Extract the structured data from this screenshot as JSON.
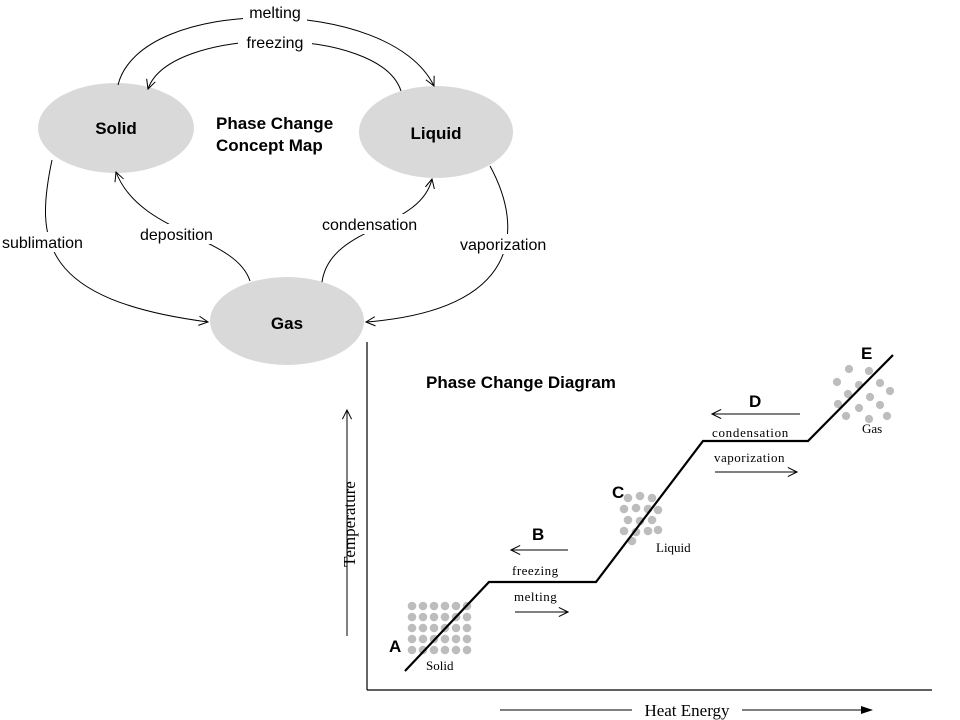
{
  "concept_map": {
    "title_line1": "Phase Change",
    "title_line2": "Concept Map",
    "states": {
      "solid": "Solid",
      "liquid": "Liquid",
      "gas": "Gas"
    },
    "transitions": {
      "melting": "melting",
      "freezing": "freezing",
      "sublimation": "sublimation",
      "deposition": "deposition",
      "condensation": "condensation",
      "vaporization": "vaporization"
    }
  },
  "phase_diagram": {
    "title": "Phase Change Diagram",
    "y_axis_label": "Temperature",
    "x_axis_label": "Heat Energy",
    "points": {
      "a": "A",
      "b": "B",
      "c": "C",
      "d": "D",
      "e": "E"
    },
    "state_labels": {
      "solid": "Solid",
      "liquid": "Liquid",
      "gas": "Gas"
    },
    "plateau_labels": {
      "freezing": "freezing",
      "melting": "melting",
      "condensation": "condensation",
      "vaporization": "vaporization"
    }
  },
  "colors": {
    "ellipse_fill": "#d9d9d9",
    "particle": "#bdbdbd",
    "line": "#000000"
  }
}
